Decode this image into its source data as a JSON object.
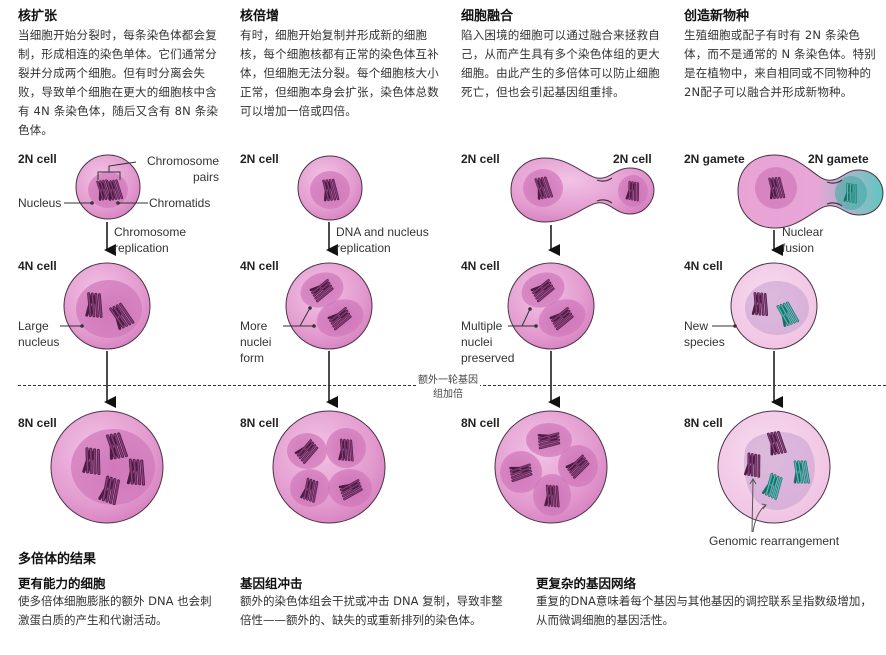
{
  "columns": [
    {
      "title": "核扩张",
      "description": "当细胞开始分裂时，每条染色体都会复制，形成相连的染色单体。它们通常分裂并分成两个细胞。但有时分离会失败，导致单个细胞在更大的细胞核中含有 4N 条染色体，随后又含有 8N 条染色体。",
      "top_label": "2N cell",
      "callouts_top": [
        "Chromosome pairs",
        "Nucleus",
        "Chromatids"
      ],
      "arrow_label": "Chromosome replication",
      "mid_label": "4N cell",
      "mid_callout": "Large nucleus",
      "bottom_label": "8N cell"
    },
    {
      "title": "核倍增",
      "description": "有时，细胞开始复制并形成新的细胞核，每个细胞核都有正常的染色体互补体，但细胞无法分裂。每个细胞核大小正常，但细胞本身会扩张，染色体总数可以增加一倍或四倍。",
      "top_label": "2N cell",
      "arrow_label": "DNA and nucleus replication",
      "mid_label": "4N cell",
      "mid_callout": "More nuclei form",
      "bottom_label": "8N cell"
    },
    {
      "title": "细胞融合",
      "description": "陷入困境的细胞可以通过融合来拯救自己，从而产生具有多个染色体组的更大细胞。由此产生的多倍体可以防止细胞死亡，但也会引起基因组重排。",
      "top_label_left": "2N cell",
      "top_label_right": "2N cell",
      "mid_label": "4N cell",
      "mid_callout": "Multiple nuclei preserved",
      "bottom_label": "8N cell"
    },
    {
      "title": "创造新物种",
      "description": "生殖细胞或配子有时有 2N 条染色体，而不是通常的 N 条染色体。特别是在植物中，来自相同或不同物种的2N配子可以融合并形成新物种。",
      "top_label_left": "2N gamete",
      "top_label_right": "2N gamete",
      "arrow_label": "Nuclear fusion",
      "mid_label": "4N cell",
      "mid_callout": "New species",
      "bottom_label": "8N cell",
      "bottom_callout": "Genomic rearrangement"
    }
  ],
  "divider_label": "额外一轮基因组加倍",
  "consequences": {
    "title": "多倍体的结果",
    "items": [
      {
        "title": "更有能力的细胞",
        "description": "使多倍体细胞膨胀的额外 DNA 也会刺激蛋白质的产生和代谢活动。"
      },
      {
        "title": "基因组冲击",
        "description": "额外的染色体组会干扰或冲击 DNA 复制，导致非整倍性——额外的、缺失的或重新排列的染色体。"
      },
      {
        "title": "更复杂的基因网络",
        "description": "重复的DNA意味着每个基因与其他基因的调控联系呈指数级增加，从而微调细胞的基因活性。"
      }
    ]
  },
  "colors": {
    "cell_fill": "#e7a6d6",
    "cell_edge": "#5a3a52",
    "nucleus_fill": "#cc6fb4",
    "chromosome": "#6b2a5e",
    "teal": "#3fb9b0",
    "lavender_cell": "#f1c9e6",
    "lavender_nucleus": "#c7a3d3"
  }
}
